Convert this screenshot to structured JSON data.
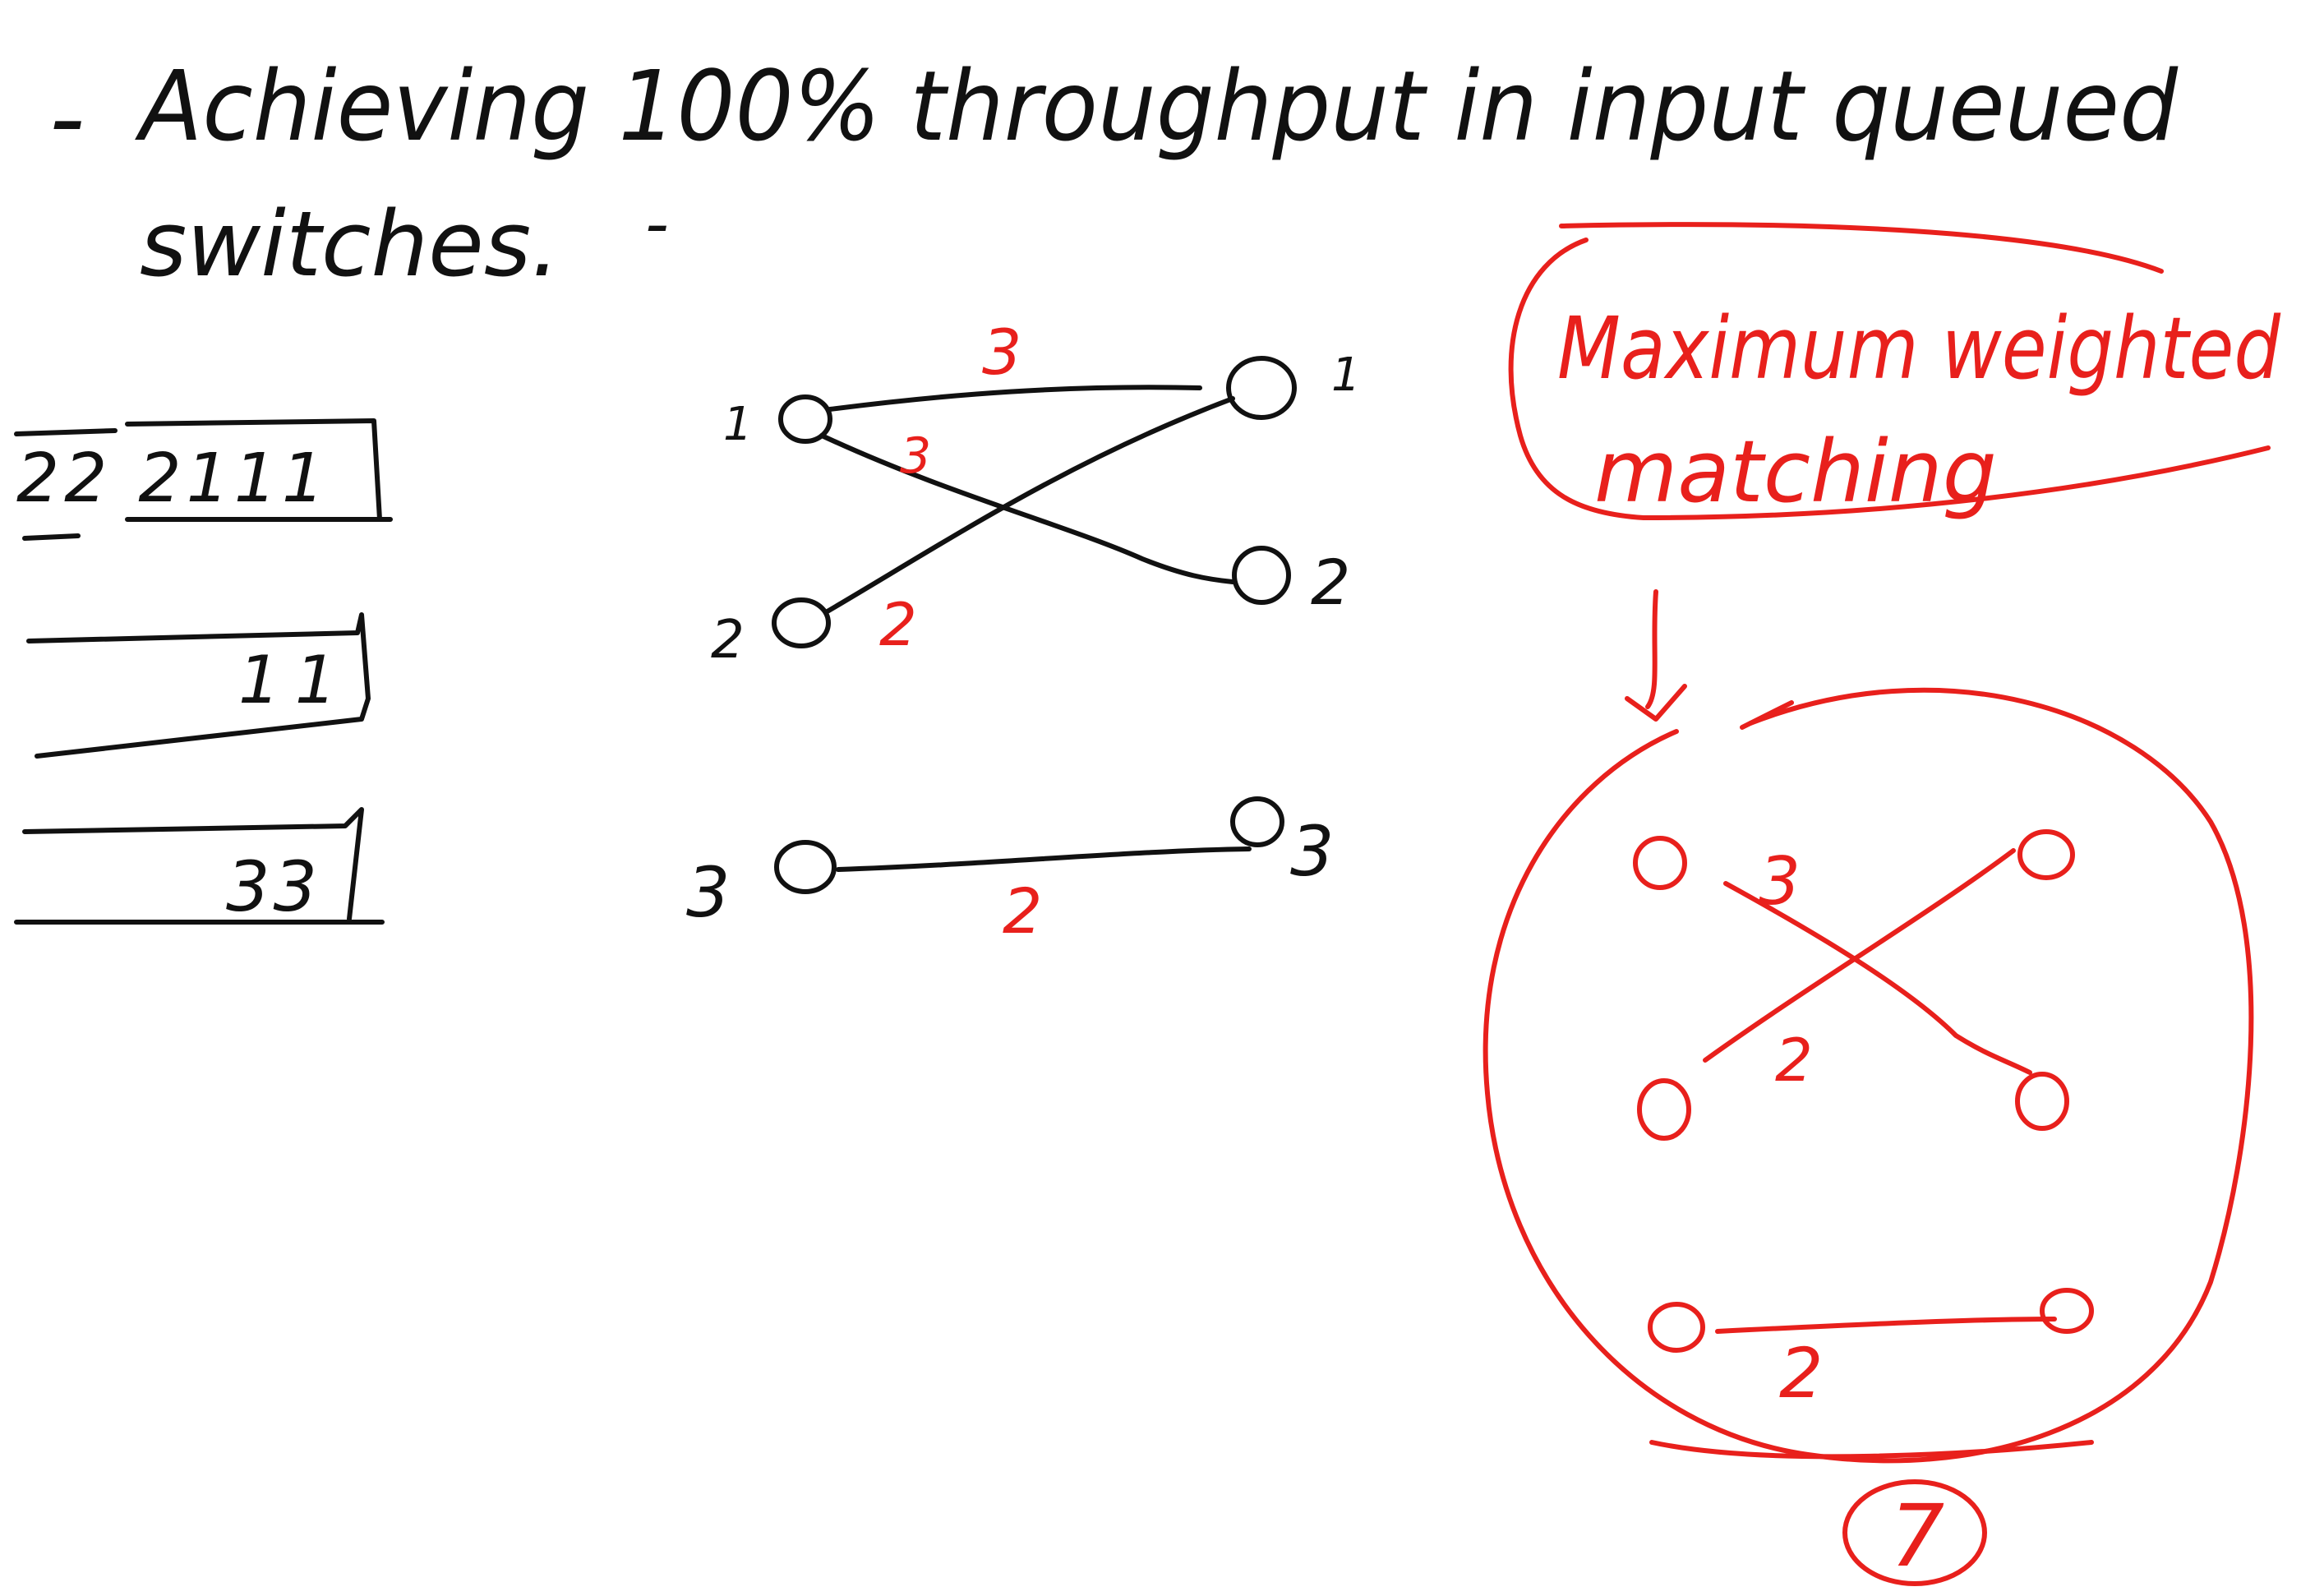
{
  "title": {
    "dash": "-",
    "line1": "Achieving 100% throughput in input queued",
    "line2": "switches.",
    "stray_dash": "-"
  },
  "queues": [
    {
      "label": "22 2111"
    },
    {
      "label": "11"
    },
    {
      "label": "33"
    }
  ],
  "graph": {
    "inputs": [
      "1",
      "2",
      "3"
    ],
    "outputs": [
      "1",
      "2",
      "3"
    ],
    "edges": [
      {
        "from": "1",
        "to": "1",
        "weight": "3"
      },
      {
        "from": "1",
        "to": "2",
        "weight": "3"
      },
      {
        "from": "2",
        "to": "1",
        "weight": "2"
      },
      {
        "from": "3",
        "to": "3",
        "weight": "2"
      }
    ]
  },
  "callout": {
    "line1": "Maximum weighted",
    "line2": "matching"
  },
  "matching": {
    "edges": [
      {
        "weight": "3"
      },
      {
        "weight": "2"
      },
      {
        "weight": "2"
      }
    ],
    "total": "7"
  },
  "colors": {
    "ink": "#111111",
    "accent": "#e8201c",
    "background": "#ffffff"
  }
}
